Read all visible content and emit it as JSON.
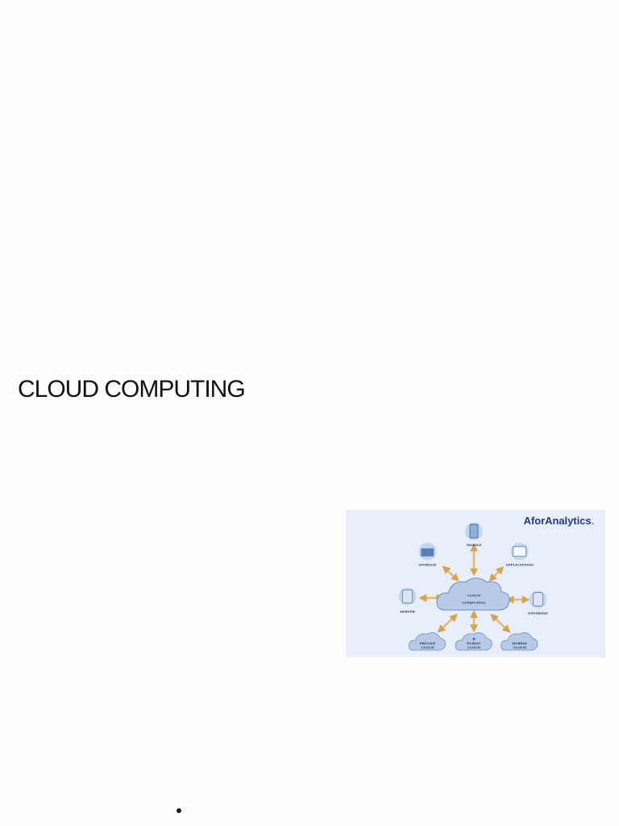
{
  "title": "CLOUD COMPUTING",
  "figure": {
    "brand": "AforAnalytics",
    "brand_dot": ".",
    "center": [
      "CLOUD",
      "COMPUTING"
    ],
    "nodes": {
      "mobile": "MOBILE",
      "storage": "STORAGE",
      "applications": "APPLICATIONS",
      "server": "SERVER",
      "database": "DATABASE",
      "private_cloud": [
        "PRIVATE",
        "CLOUD"
      ],
      "public_cloud": [
        "PUBLIC",
        "CLOUD"
      ],
      "hybrid_cloud": [
        "HYBRID",
        "CLOUD"
      ]
    },
    "colors": {
      "background": "#e8eefa",
      "brand": "#1f3a8a",
      "brand_dot": "#e8622c",
      "arrow": "#e4b86a",
      "cloud": "#b7cbe8"
    }
  }
}
